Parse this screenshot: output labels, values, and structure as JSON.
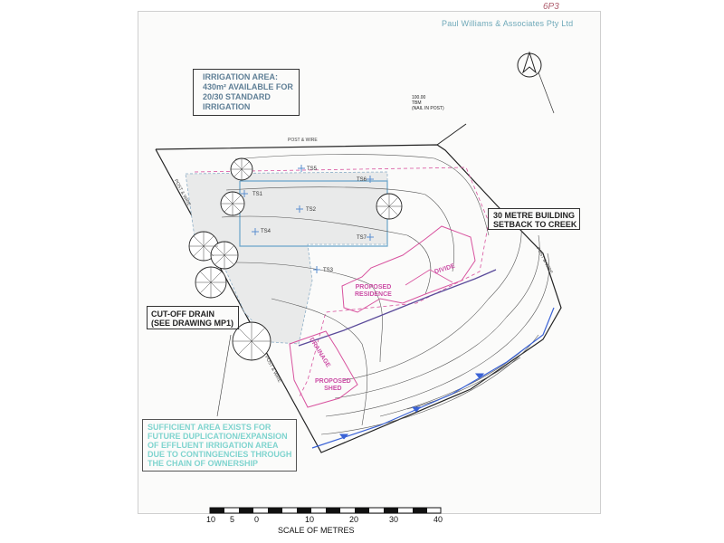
{
  "header": {
    "firm": "Paul Williams & Associates Pty Ltd",
    "handwritten": "6P3"
  },
  "callouts": {
    "irrigation_area": [
      "IRRIGATION AREA:",
      "430m² AVAILABLE FOR",
      "20/30 STANDARD",
      "IRRIGATION"
    ],
    "setback": [
      "30 METRE BUILDING",
      "SETBACK TO CREEK"
    ],
    "cutoff_drain": [
      "CUT-OFF DRAIN",
      "(SEE DRAWING MP1)"
    ],
    "sufficient_area": [
      "SUFFICIENT AREA EXISTS FOR",
      "FUTURE DUPLICATION/EXPANSION",
      "OF EFFLUENT IRRIGATION AREA",
      "DUE TO CONTINGENCIES THROUGH",
      "THE CHAIN OF OWNERSHIP"
    ],
    "tbm": [
      "100.00",
      "TBM",
      "(NAIL IN POST)"
    ]
  },
  "map_labels": {
    "post_wire_top": "POST & WIRE",
    "post_wire_left": "POST & WIRE",
    "post_wire_right": "POST & WIRE",
    "post_wire_bottom": "POST & WIRE",
    "proposed_residence": [
      "PROPOSED",
      "RESIDENCE"
    ],
    "divide": "DIVIDE",
    "proposed_shed": [
      "PROPOSED",
      "SHED"
    ],
    "drainage": "DRAINAGE"
  },
  "test_sites": [
    "TS1",
    "TS2",
    "TS3",
    "TS4",
    "TS5",
    "TS6",
    "TS7"
  ],
  "scale": {
    "title": "SCALE OF METRES",
    "ticks": [
      "10",
      "5",
      "0",
      "10",
      "20",
      "30",
      "40"
    ]
  },
  "colors": {
    "irrigation_outline": "#8fb0c8",
    "residence": "#d8529e",
    "creek": "#3b63d6",
    "note_cyan": "#7fd4cf"
  }
}
